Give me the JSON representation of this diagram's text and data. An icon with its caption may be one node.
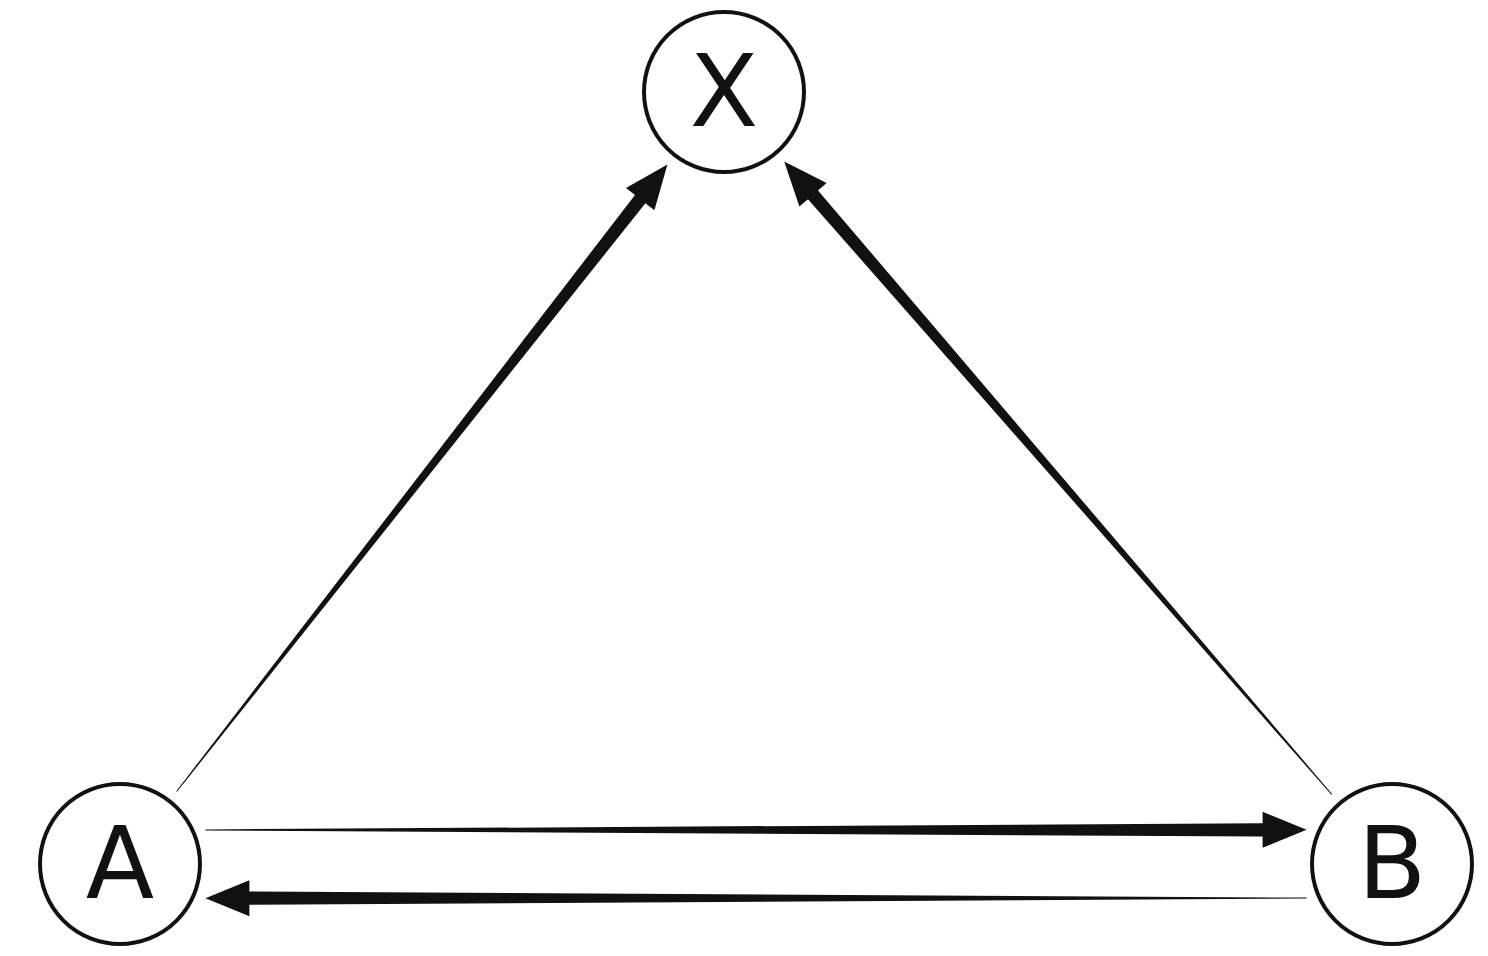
{
  "diagram": {
    "nodes": [
      {
        "text": [
          "X"
        ]
      },
      {
        "text": [
          "A"
        ]
      },
      {
        "text": [
          "B"
        ]
      }
    ],
    "edges": [
      {
        "from": 1,
        "to": 0,
        "arrow": "to"
      },
      {
        "from": 2,
        "to": 0,
        "arrow": "to"
      },
      {
        "from": 1,
        "to": 2,
        "arrow": "to"
      },
      {
        "from": 2,
        "to": 1,
        "arrow": "to"
      }
    ]
  }
}
